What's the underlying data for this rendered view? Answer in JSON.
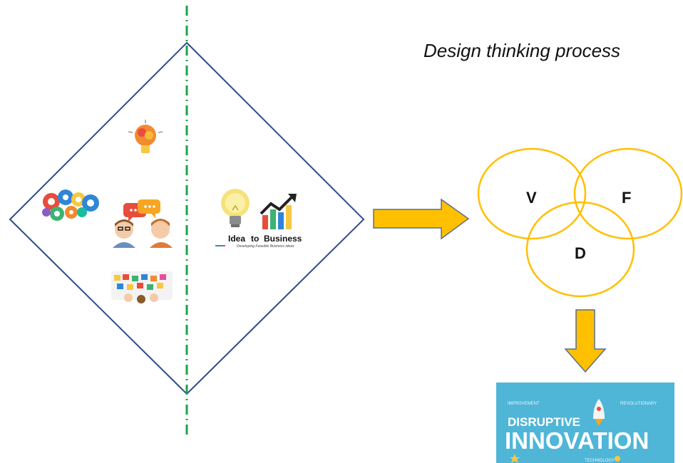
{
  "title": "Design thinking process",
  "venn": {
    "labels": [
      "V",
      "F",
      "D"
    ],
    "color": "#FFC000"
  },
  "idea_logo": {
    "line1_left": "Idea",
    "line1_mid": "to",
    "line1_right": "Business",
    "tagline": "Developing Feasible Business Ideas"
  },
  "innovation_poster": {
    "kicker": "DISRUPTIVE",
    "headline": "INNOVATION",
    "top_left": "IMPROVEMENT",
    "top_right": "REVOLUTIONARY",
    "bottom": "TECHNOLOGY",
    "background": "#4FB6D8"
  },
  "colors": {
    "diamond": "#2F4A8A",
    "axis": "#1AA34A",
    "arrow": "#FFC000",
    "arrow_outline": "#5A6E8C"
  }
}
